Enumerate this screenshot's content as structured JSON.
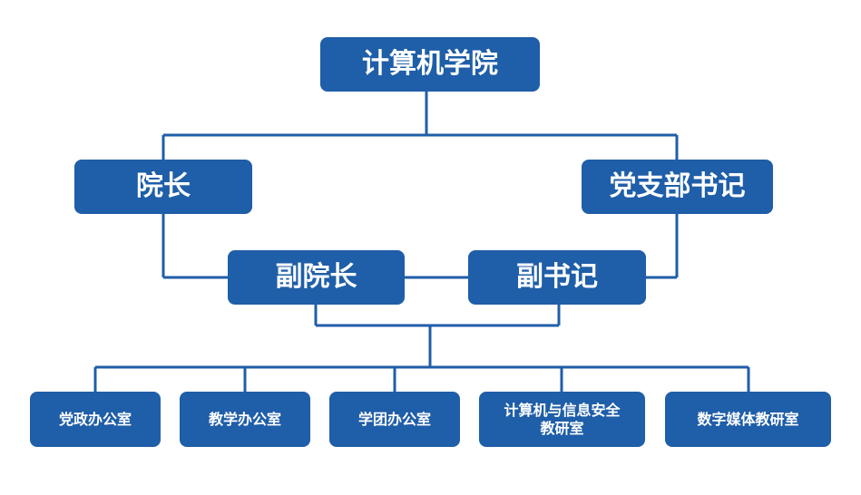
{
  "chart": {
    "root": "计算机学院",
    "dean": "院长",
    "party_secretary": "党支部书记",
    "vice_dean": "副院长",
    "vice_secretary": "副书记",
    "offices": [
      "党政办公室",
      "教学办公室",
      "学团办公室",
      "计算机与信息安全教研室",
      "数字媒体教研室"
    ],
    "office_4_line1": "计算机与信息安全",
    "office_4_line2": "教研室"
  },
  "colors": {
    "box": "#1f5ea8",
    "line": "#1f5ea8",
    "text": "#ffffff"
  }
}
